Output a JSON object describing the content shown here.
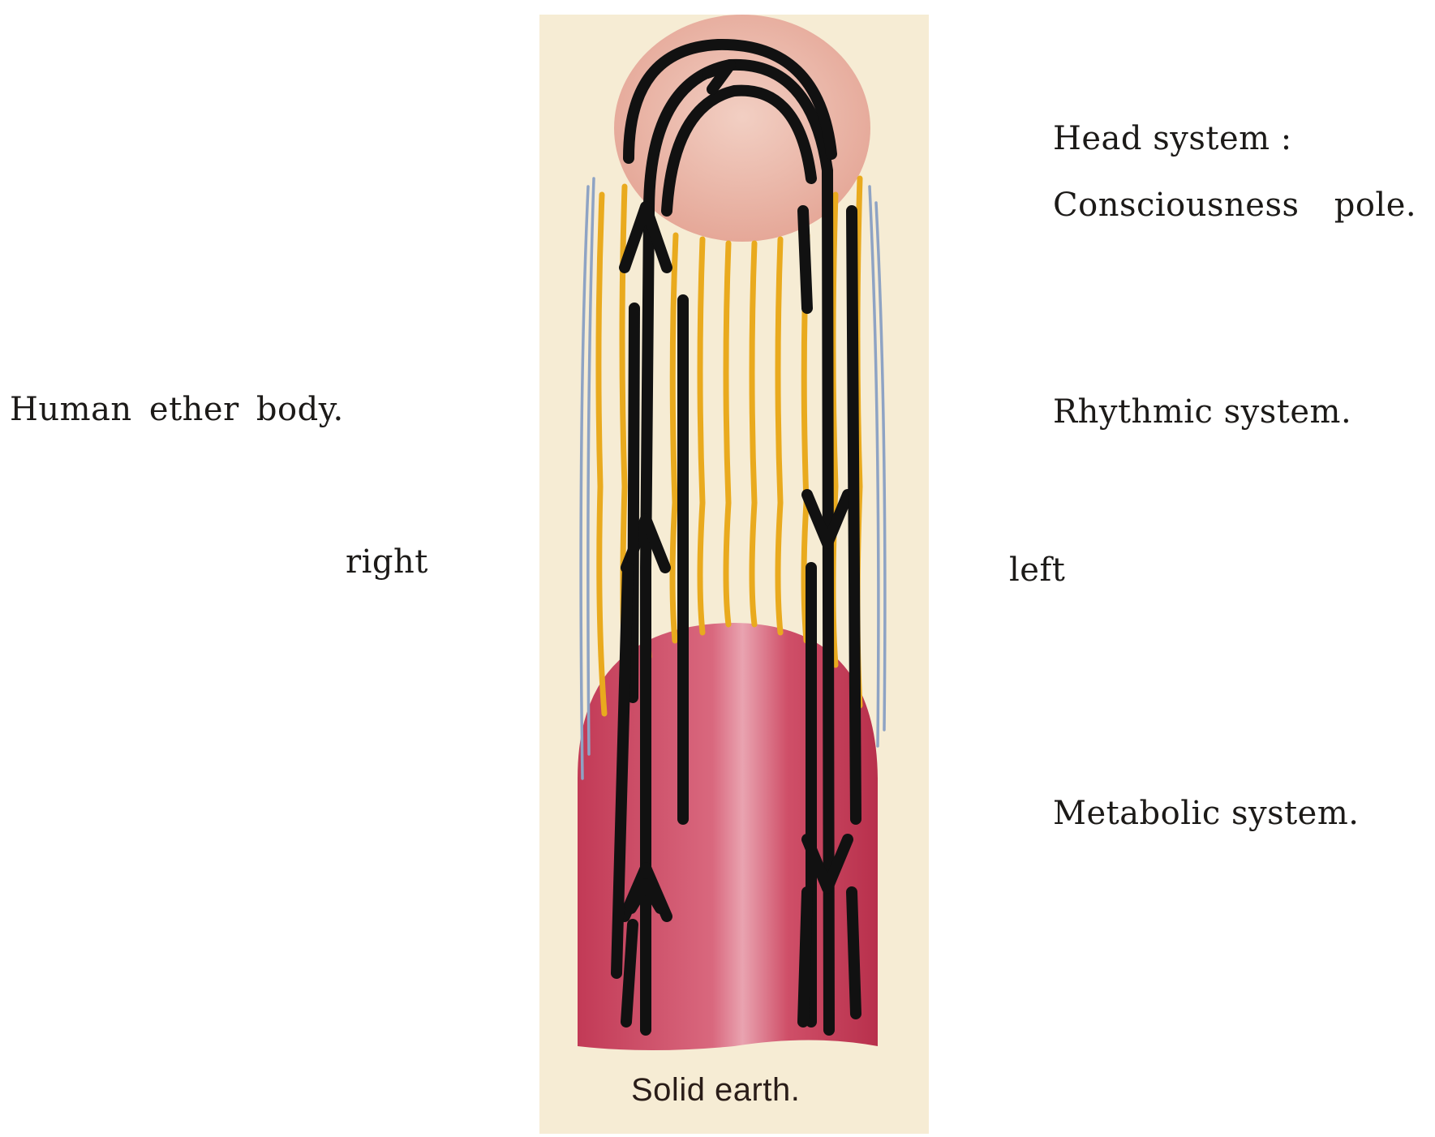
{
  "labels": {
    "head_system": "Head system :",
    "consciousness_pole": "Consciousness pole.",
    "human_ether_body": "Human ether body.",
    "rhythmic_system": "Rhythmic system.",
    "right": "right",
    "left": "left",
    "metabolic_system": "Metabolic system.",
    "solid_earth": "Solid earth."
  },
  "colors": {
    "panel": "#f6ecd4",
    "head": "#e9b2a4",
    "metabolic": "#c8425c",
    "yellow_lines": "#e9aa1e",
    "blue_lines": "#8ea3c4",
    "arrows": "#111111"
  }
}
